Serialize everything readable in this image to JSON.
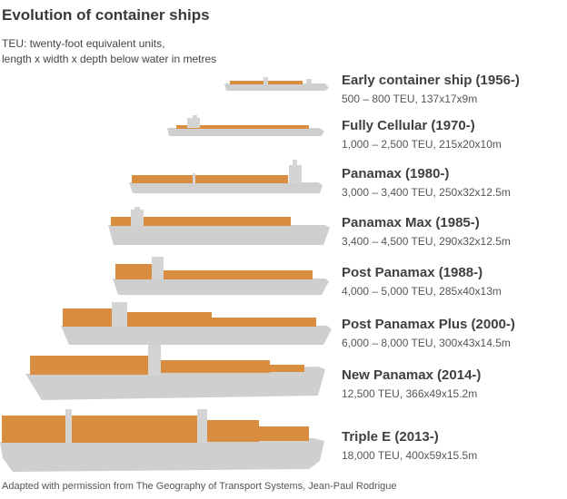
{
  "title": "Evolution of container ships",
  "subtitle": {
    "line1": "TEU: twenty-foot equivalent units,",
    "line2": "length x width x depth below water in metres"
  },
  "colors": {
    "hull": "#cfcfcf",
    "cargo": "#d98d3e",
    "superstructure": "#d4d4d4"
  },
  "ships": [
    {
      "name": "Early container ship (1956-)",
      "spec": "500 – 800 TEU, 137x17x9m"
    },
    {
      "name": "Fully Cellular (1970-)",
      "spec": "1,000 – 2,500 TEU, 215x20x10m"
    },
    {
      "name": "Panamax (1980-)",
      "spec": "3,000 – 3,400 TEU, 250x32x12.5m"
    },
    {
      "name": "Panamax Max (1985-)",
      "spec": "3,400 – 4,500 TEU, 290x32x12.5m"
    },
    {
      "name": "Post Panamax (1988-)",
      "spec": "4,000 – 5,000 TEU, 285x40x13m"
    },
    {
      "name": "Post Panamax Plus (2000-)",
      "spec": "6,000 – 8,000 TEU, 300x43x14.5m"
    },
    {
      "name": "New Panamax (2014-)",
      "spec": "12,500 TEU, 366x49x15.2m"
    },
    {
      "name": "Triple E (2013-)",
      "spec": "18,000 TEU, 400x59x15.5m"
    }
  ],
  "footer": "Adapted with permission from The Geography of Transport Systems, Jean-Paul Rodrigue"
}
